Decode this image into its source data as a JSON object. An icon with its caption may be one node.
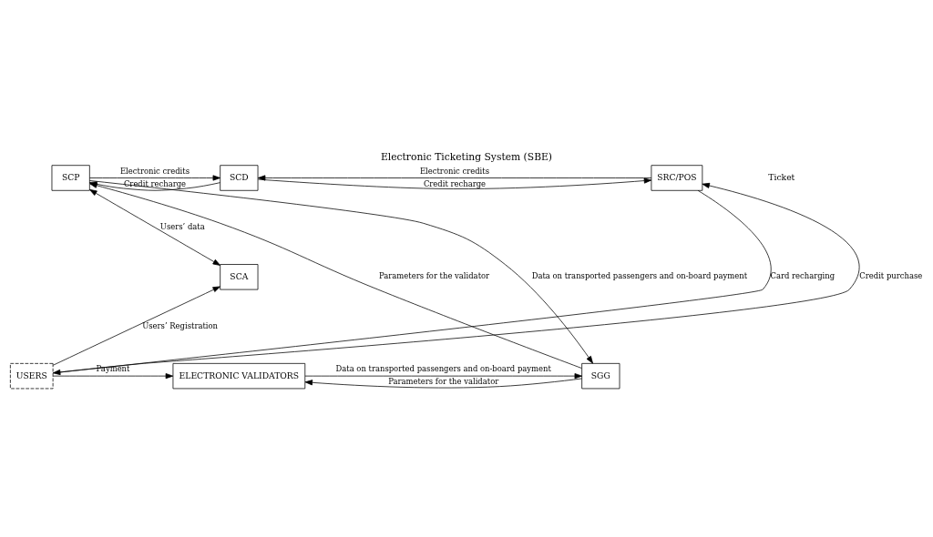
{
  "diagram": {
    "title": "Electronic Ticketing System (SBE)",
    "nodes": [
      {
        "text": [
          "SCP"
        ]
      },
      {
        "text": [
          "SCD"
        ]
      },
      {
        "text": [
          "SRC/POS"
        ]
      },
      {
        "text": [
          "SCA"
        ]
      },
      {
        "text": [
          "SGG"
        ]
      },
      {
        "text": [
          "ELECTRONIC VALIDATORS"
        ]
      },
      {
        "text": [
          "USERS"
        ]
      }
    ],
    "edges": [
      {
        "from": 0,
        "to": 1,
        "arrow": "to",
        "label": "Electronic credits"
      },
      {
        "from": 1,
        "to": 0,
        "arrow": "to",
        "label": "Credit recharge"
      },
      {
        "from": 2,
        "to": 1,
        "arrow": "to",
        "label": "Electronic credits"
      },
      {
        "from": 1,
        "to": 2,
        "arrow": "to",
        "label": "Credit recharge"
      },
      {
        "from": 0,
        "to": 3,
        "arrow": "both",
        "label": "Users’ data"
      },
      {
        "from": 0,
        "to": 4,
        "arrow": "to",
        "label": "Data on transported passengers and on-board payment"
      },
      {
        "from": 4,
        "to": 0,
        "arrow": "to",
        "label": "Parameters for the validator"
      },
      {
        "from": 4,
        "to": 5,
        "arrow": "to",
        "label": "Parameters for the validator"
      },
      {
        "from": 5,
        "to": 4,
        "arrow": "to",
        "label": "Data on transported passengers and on-board payment"
      },
      {
        "from": 6,
        "to": 3,
        "arrow": "to",
        "label": "Users’ Registration"
      },
      {
        "from": 2,
        "to": 6,
        "arrow": "to",
        "label": "Card recharging"
      },
      {
        "from": 6,
        "to": 2,
        "arrow": "to",
        "label": "Credit purchase"
      },
      {
        "from": 6,
        "to": 5,
        "arrow": "to",
        "label": "Payment"
      }
    ],
    "labels": [
      "Ticket"
    ]
  }
}
